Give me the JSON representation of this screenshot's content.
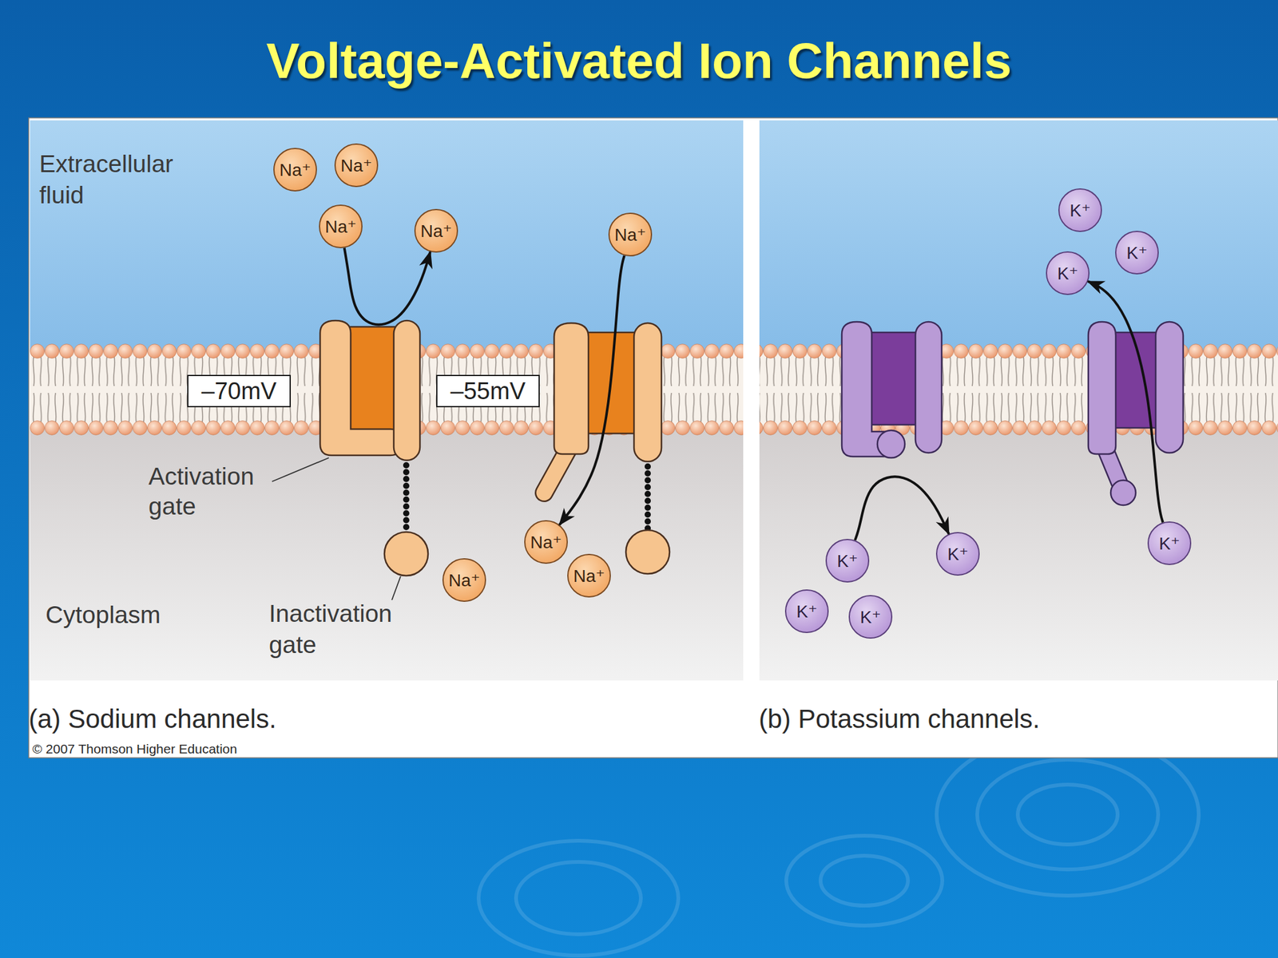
{
  "diagram": {
    "title": "Voltage-Activated Ion Channels",
    "nodes": [
      {
        "text": [
          "Na⁺"
        ]
      },
      {
        "text": [
          "Na⁺"
        ]
      },
      {
        "text": [
          "Na⁺"
        ]
      },
      {
        "text": [
          "Na⁺"
        ]
      },
      {
        "text": [
          "Na⁺"
        ]
      },
      {
        "text": [
          "–70mV"
        ]
      },
      {
        "text": [
          "–55mV"
        ]
      },
      {
        "text": [
          "Na⁺"
        ]
      },
      {
        "text": [
          "Na⁺"
        ]
      },
      {
        "text": [
          "Na⁺"
        ]
      },
      {
        "text": [
          "K⁺"
        ]
      },
      {
        "text": [
          "K⁺"
        ]
      },
      {
        "text": [
          "K⁺"
        ]
      },
      {
        "text": [
          "K⁺"
        ]
      },
      {
        "text": [
          "K⁺"
        ]
      },
      {
        "text": [
          "K⁺"
        ]
      },
      {
        "text": [
          "K⁺"
        ]
      },
      {
        "text": [
          "K⁺"
        ]
      }
    ],
    "edges": [
      {
        "from": 2,
        "to": 3,
        "arrow": "to"
      },
      {
        "from": 4,
        "to": 8,
        "arrow": "to"
      },
      {
        "from": 14,
        "to": 15,
        "arrow": "to"
      },
      {
        "from": 13,
        "to": 12,
        "arrow": "to"
      }
    ],
    "labels": [
      "Extracellular fluid",
      "Activation gate",
      "Cytoplasm",
      "Inactivation gate",
      "(a) Sodium channels.",
      "(b) Potassium channels.",
      "© 2007 Thomson Higher Education"
    ]
  }
}
